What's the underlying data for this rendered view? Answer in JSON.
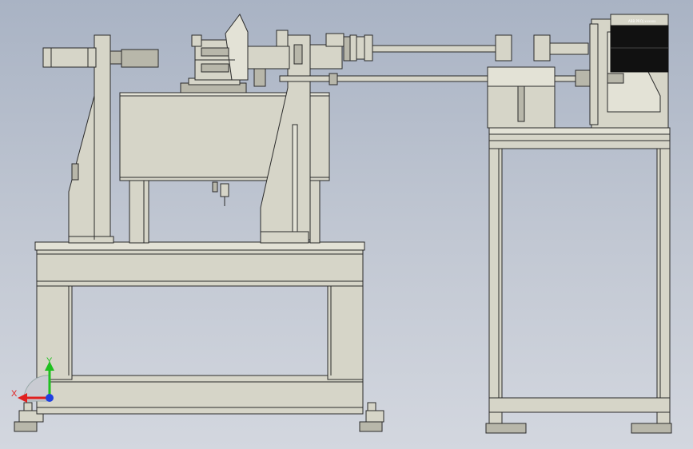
{
  "viewport": {
    "background_top": "#a9b3c4",
    "background_bottom": "#d3d7df",
    "part_color": "#d6d5c8"
  },
  "motor": {
    "label": "ABB PROJ.xxxxxx"
  },
  "triad": {
    "x_label": "X",
    "y_label": "Y",
    "x_color": "#e02020",
    "y_color": "#20c020",
    "z_color": "#2040e0"
  }
}
